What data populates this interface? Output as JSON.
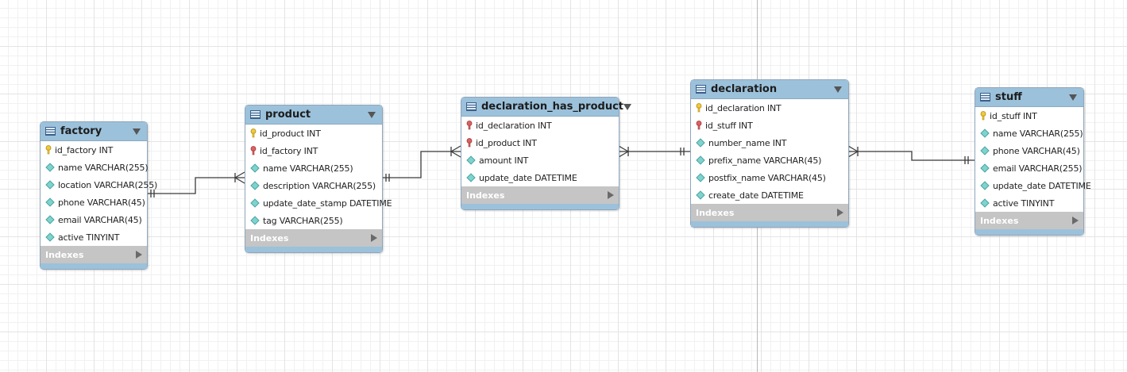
{
  "indexes_label": "Indexes",
  "colors": {
    "header": "#9cc1db",
    "indexes": "#c5c5c5",
    "primary_key": "#f2c93a",
    "foreign_key": "#e06060",
    "attribute": "#7fd3cf"
  },
  "tables": {
    "factory": {
      "name": "factory",
      "columns": [
        {
          "key": "primary",
          "text": "id_factory INT"
        },
        {
          "key": "none",
          "text": "name VARCHAR(255)"
        },
        {
          "key": "none",
          "text": "location VARCHAR(255)"
        },
        {
          "key": "none",
          "text": "phone VARCHAR(45)"
        },
        {
          "key": "none",
          "text": "email VARCHAR(45)"
        },
        {
          "key": "none",
          "text": "active TINYINT"
        }
      ]
    },
    "product": {
      "name": "product",
      "columns": [
        {
          "key": "primary",
          "text": "id_product INT"
        },
        {
          "key": "foreign",
          "text": "id_factory INT"
        },
        {
          "key": "none",
          "text": "name VARCHAR(255)"
        },
        {
          "key": "none",
          "text": "description VARCHAR(255)"
        },
        {
          "key": "none",
          "text": "update_date_stamp DATETIME"
        },
        {
          "key": "none",
          "text": "tag VARCHAR(255)"
        }
      ]
    },
    "declaration_has_product": {
      "name": "declaration_has_product",
      "columns": [
        {
          "key": "foreign",
          "text": "id_declaration INT"
        },
        {
          "key": "foreign",
          "text": "id_product INT"
        },
        {
          "key": "none",
          "text": "amount INT"
        },
        {
          "key": "none",
          "text": "update_date DATETIME"
        }
      ]
    },
    "declaration": {
      "name": "declaration",
      "columns": [
        {
          "key": "primary",
          "text": "id_declaration INT"
        },
        {
          "key": "foreign",
          "text": "id_stuff INT"
        },
        {
          "key": "none",
          "text": "number_name INT"
        },
        {
          "key": "none",
          "text": "prefix_name VARCHAR(45)"
        },
        {
          "key": "none",
          "text": "postfix_name VARCHAR(45)"
        },
        {
          "key": "none",
          "text": "create_date DATETIME"
        }
      ]
    },
    "stuff": {
      "name": "stuff",
      "columns": [
        {
          "key": "primary",
          "text": "id_stuff INT"
        },
        {
          "key": "none",
          "text": "name VARCHAR(255)"
        },
        {
          "key": "none",
          "text": "phone VARCHAR(45)"
        },
        {
          "key": "none",
          "text": "email VARCHAR(255)"
        },
        {
          "key": "none",
          "text": "update_date DATETIME"
        },
        {
          "key": "none",
          "text": "active TINYINT"
        }
      ]
    }
  }
}
